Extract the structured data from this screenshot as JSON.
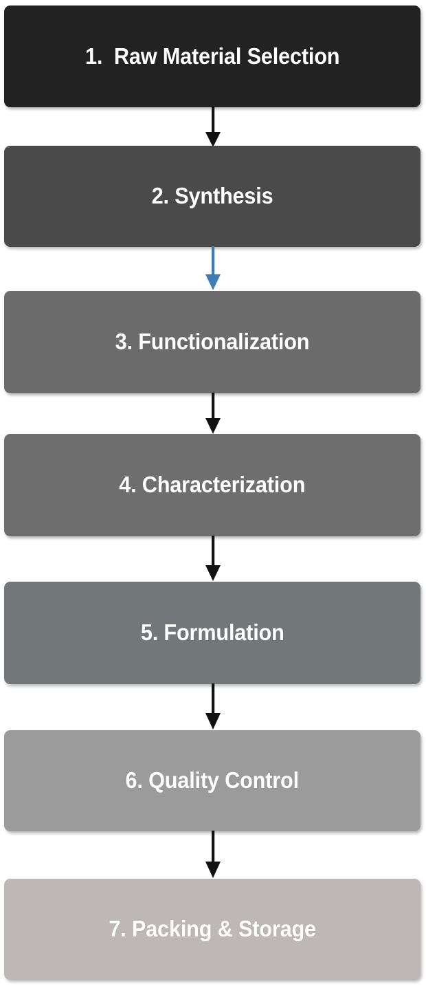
{
  "diagram": {
    "type": "vertical-process-flowchart",
    "title": "",
    "background_color": "#ffffff",
    "nodes": [
      {
        "id": "step-1",
        "step": "1",
        "label": "1.  Raw Material Selection",
        "fill": "#222222",
        "text_color": "#ffffff"
      },
      {
        "id": "step-2",
        "step": "2",
        "label": "2. Synthesis",
        "fill": "#4a4a4a",
        "text_color": "#ffffff"
      },
      {
        "id": "step-3",
        "step": "3",
        "label": "3. Functionalization",
        "fill": "#6b6b6b",
        "text_color": "#ffffff"
      },
      {
        "id": "step-4",
        "step": "4",
        "label": "4. Characterization",
        "fill": "#6e6e6e",
        "text_color": "#ffffff"
      },
      {
        "id": "step-5",
        "step": "5",
        "label": "5. Formulation",
        "fill": "#72777a",
        "text_color": "#ffffff"
      },
      {
        "id": "step-6",
        "step": "6",
        "label": "6. Quality Control",
        "fill": "#9b9b9b",
        "text_color": "#ffffff"
      },
      {
        "id": "step-7",
        "step": "7",
        "label": "7. Packing & Storage",
        "fill": "#bdb7b6",
        "text_color": "#ffffff"
      }
    ],
    "edges": [
      {
        "id": "edge-1-2",
        "from": "step-1",
        "to": "step-2",
        "color": "#111111",
        "style": "solid-arrow"
      },
      {
        "id": "edge-2-3",
        "from": "step-2",
        "to": "step-3",
        "color": "#3f7cb4",
        "style": "solid-arrow"
      },
      {
        "id": "edge-3-4",
        "from": "step-3",
        "to": "step-4",
        "color": "#111111",
        "style": "solid-arrow"
      },
      {
        "id": "edge-4-5",
        "from": "step-4",
        "to": "step-5",
        "color": "#111111",
        "style": "solid-arrow"
      },
      {
        "id": "edge-5-6",
        "from": "step-5",
        "to": "step-6",
        "color": "#111111",
        "style": "solid-arrow"
      },
      {
        "id": "edge-6-7",
        "from": "step-6",
        "to": "step-7",
        "color": "#111111",
        "style": "solid-arrow"
      }
    ]
  }
}
